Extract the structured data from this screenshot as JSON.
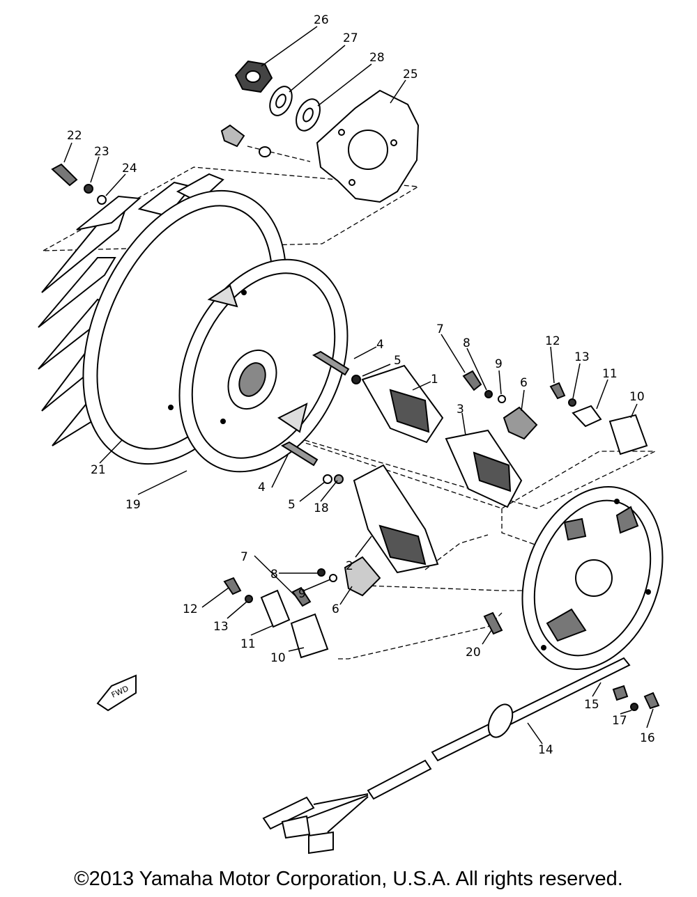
{
  "diagram": {
    "callouts": [
      "26",
      "27",
      "28",
      "25",
      "22",
      "23",
      "24",
      "21",
      "19",
      "4",
      "5",
      "1",
      "3",
      "7",
      "8",
      "9",
      "6",
      "12",
      "13",
      "11",
      "10",
      "4",
      "5",
      "18",
      "2",
      "7",
      "8",
      "9",
      "6",
      "12",
      "13",
      "11",
      "10",
      "20",
      "15",
      "17",
      "16",
      "14"
    ],
    "fwd_label": "FWD"
  },
  "footer": {
    "copyright": "©2013 Yamaha Motor Corporation, U.S.A. All rights reserved."
  }
}
